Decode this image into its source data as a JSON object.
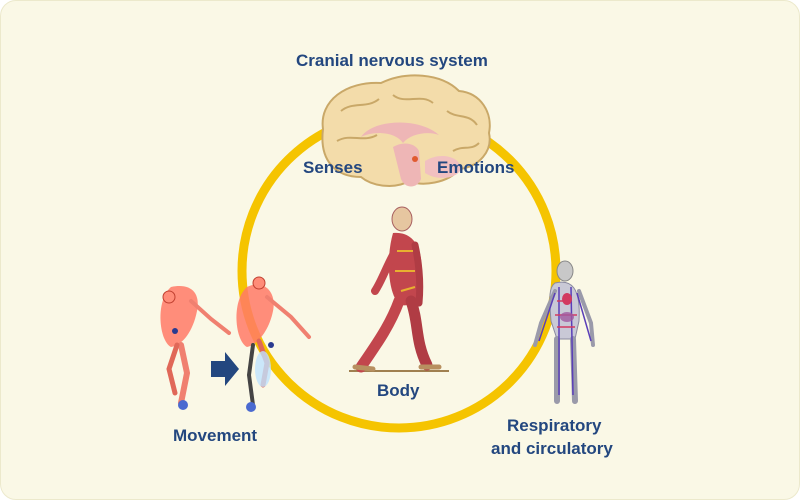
{
  "labels": {
    "cranial": "Cranial nervous system",
    "senses": "Senses",
    "emotions": "Emotions",
    "body": "Body",
    "movement": "Movement",
    "respiratory_line1": "Respiratory",
    "respiratory_line2": "and circulatory"
  },
  "colors": {
    "background": "#faf8e6",
    "ring": "#f5c400",
    "label": "#23477f",
    "arrow": "#23477f",
    "brain": "#f3dcaa",
    "brain_inner": "#eeb6b6",
    "muscle": "#c2464d",
    "skeleton": "#ff7a66",
    "vessels": "#5a3fb8"
  },
  "icons": {
    "brain": "brain-icon",
    "human_body": "human-muscle-figure-icon",
    "movement": "running-skeleton-icon",
    "circulatory": "circulatory-system-figure-icon",
    "arrow": "arrow-right-icon"
  }
}
